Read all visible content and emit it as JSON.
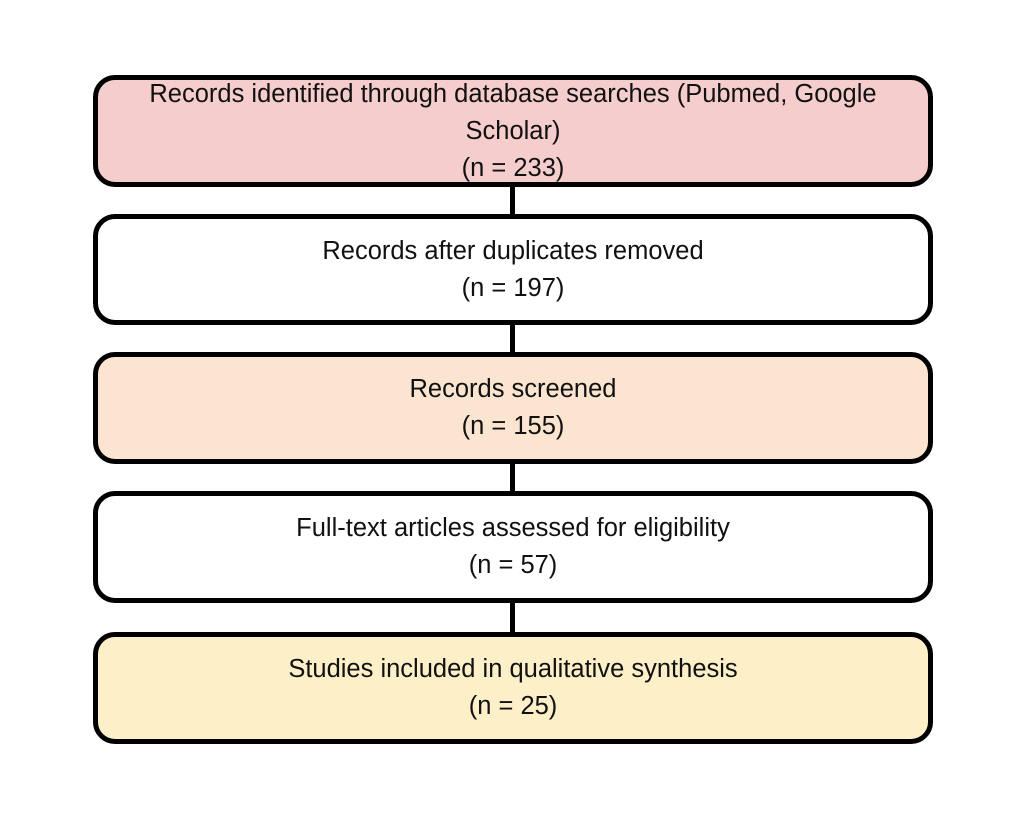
{
  "diagram": {
    "type": "prisma-flow-diagram",
    "background_color": "#ffffff",
    "border_color": "#000000",
    "text_color": "#111111",
    "nodes": [
      {
        "id": "identification",
        "lines": [
          "Records identified through database searches (Pubmed, Google Scholar)",
          "(n = 233)"
        ],
        "line1": "Records identified through database searches (Pubmed, Google Scholar)",
        "line2": "(n = 233)",
        "count": 233,
        "fill": "#f5cdcd"
      },
      {
        "id": "duplicates-removed",
        "lines": [
          "Records after duplicates removed",
          "(n = 197)"
        ],
        "line1": "Records after duplicates removed",
        "line2": "(n = 197)",
        "count": 197,
        "fill": "#ffffff"
      },
      {
        "id": "screened",
        "lines": [
          "Records screened",
          "(n = 155)"
        ],
        "line1": "Records screened",
        "line2": "(n = 155)",
        "count": 155,
        "fill": "#fbe5d0"
      },
      {
        "id": "full-text-assessed",
        "lines": [
          "Full-text articles assessed for eligibility",
          "(n = 57)"
        ],
        "line1": "Full-text articles assessed for eligibility",
        "line2": "(n = 57)",
        "count": 57,
        "fill": "#ffffff"
      },
      {
        "id": "included-qualitative",
        "lines": [
          "Studies included in qualitative synthesis",
          "(n = 25)"
        ],
        "line1": "Studies included in qualitative synthesis",
        "line2": "(n = 25)",
        "count": 25,
        "fill": "#fdefc8"
      }
    ],
    "connectors": [
      {
        "id": "conn-identification-to-duplicates",
        "from": "identification",
        "to": "duplicates-removed"
      },
      {
        "id": "conn-duplicates-to-screened",
        "from": "duplicates-removed",
        "to": "screened"
      },
      {
        "id": "conn-screened-to-fulltext",
        "from": "screened",
        "to": "full-text-assessed"
      },
      {
        "id": "conn-fulltext-to-included",
        "from": "full-text-assessed",
        "to": "included-qualitative"
      }
    ]
  }
}
